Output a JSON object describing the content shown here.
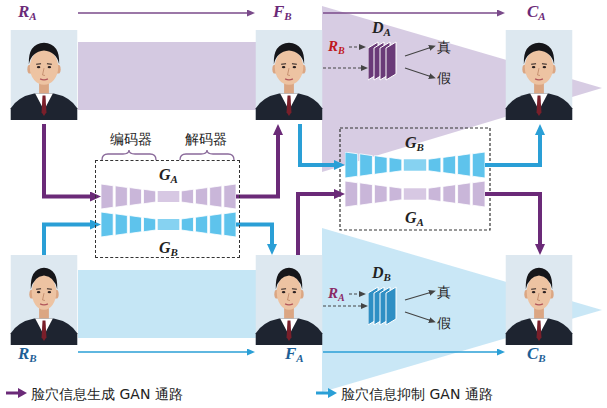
{
  "diagram": {
    "nodes": [
      {
        "text": [
          "RA"
        ]
      },
      {
        "text": [
          "FB"
        ]
      },
      {
        "text": [
          "DA"
        ]
      },
      {
        "text": [
          "CA"
        ]
      },
      {
        "text": [
          "编码器",
          "解码器"
        ]
      },
      {
        "text": [
          "GA"
        ],
        "in": 4
      },
      {
        "text": [
          "GB"
        ],
        "in": 4
      },
      {
        "text": [
          "GB"
        ]
      },
      {
        "text": [
          "GA"
        ]
      },
      {
        "text": [
          "RB"
        ]
      },
      {
        "text": [
          "FA"
        ]
      },
      {
        "text": [
          "DB"
        ]
      },
      {
        "text": [
          "CB"
        ]
      }
    ],
    "edges": [
      {
        "from": 0,
        "to": 1,
        "arrow": "to"
      },
      {
        "from": 1,
        "to": 3,
        "arrow": "to"
      },
      {
        "from": 0,
        "to": 5,
        "arrow": "to"
      },
      {
        "from": 5,
        "to": 1,
        "arrow": "to"
      },
      {
        "from": 1,
        "to": 7,
        "arrow": "to"
      },
      {
        "from": 7,
        "to": 3,
        "arrow": "to"
      },
      {
        "from": 9,
        "to": 6,
        "arrow": "to"
      },
      {
        "from": 6,
        "to": 10,
        "arrow": "to"
      },
      {
        "from": 10,
        "to": 8,
        "arrow": "to"
      },
      {
        "from": 8,
        "to": 12,
        "arrow": "to"
      },
      {
        "from": 9,
        "to": 10,
        "arrow": "to"
      },
      {
        "from": 10,
        "to": 12,
        "arrow": "to"
      },
      {
        "from": 1,
        "to": 2,
        "arrow": "to"
      },
      {
        "from": 10,
        "to": 11,
        "arrow": "to"
      }
    ],
    "labels": [
      "RB",
      "真",
      "假",
      "RA",
      "真",
      "假"
    ],
    "legend": [
      {
        "text": "脸穴信息生成 GAN 通路",
        "color": "#6b2a78"
      },
      {
        "text": "脸穴信息抑制 GAN 通路",
        "color": "#2a9fd6"
      }
    ]
  }
}
